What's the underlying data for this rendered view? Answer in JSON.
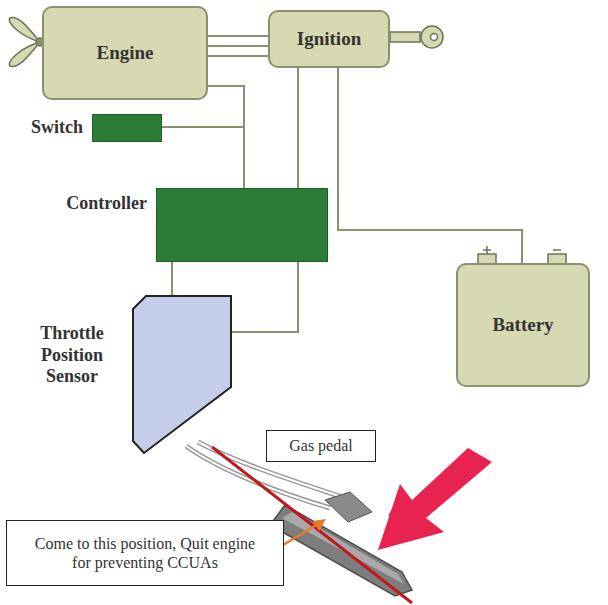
{
  "diagram": {
    "nodes": [
      {
        "text": [
          "Engine"
        ]
      },
      {
        "text": [
          "Ignition"
        ]
      },
      {
        "text": [
          "Switch"
        ]
      },
      {
        "text": [
          "Controller"
        ]
      },
      {
        "text": [
          "Throttle Position Sensor"
        ]
      },
      {
        "text": [
          "Battery"
        ]
      },
      {
        "text": [
          "Gas pedal"
        ]
      },
      {
        "text": [
          "Come to this position, Quit engine for preventing CCUAs"
        ]
      }
    ],
    "edges": [
      {
        "from": 0,
        "to": 1,
        "arrow": "none"
      },
      {
        "from": 1,
        "to": 5,
        "arrow": "none"
      },
      {
        "from": 1,
        "to": 4,
        "arrow": "none"
      },
      {
        "from": 0,
        "to": 3,
        "arrow": "none"
      },
      {
        "from": 2,
        "to": 3,
        "arrow": "none"
      },
      {
        "from": 3,
        "to": 4,
        "arrow": "none"
      }
    ]
  }
}
